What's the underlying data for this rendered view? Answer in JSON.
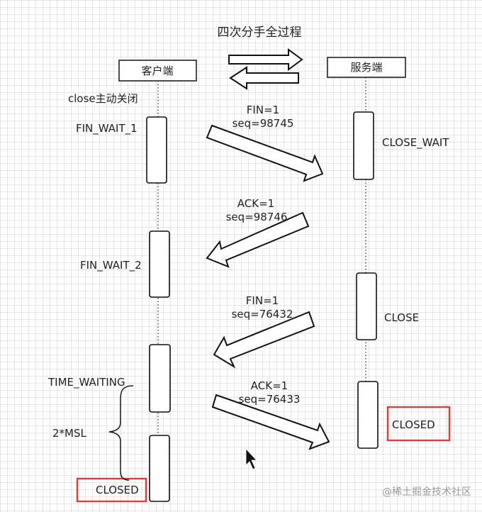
{
  "title": "四次分手全过程",
  "client": {
    "label": "客户端",
    "action": "close主动关闭"
  },
  "server": {
    "label": "服务端"
  },
  "messages": [
    {
      "line1": "FIN=1",
      "line2": "seq=98745"
    },
    {
      "line1": "ACK=1",
      "line2": "seq=98746"
    },
    {
      "line1": "FIN=1",
      "line2": "seq=76432"
    },
    {
      "line1": "ACK=1",
      "line2": "seq=76433"
    }
  ],
  "client_states": [
    "FIN_WAIT_1",
    "FIN_WAIT_2",
    "TIME_WAITING",
    "CLOSED"
  ],
  "server_states": [
    "CLOSE_WAIT",
    "CLOSE",
    "CLOSED"
  ],
  "timer_label": "2*MSL",
  "watermark": "@稀土掘金技术社区",
  "colors": {
    "highlight": "#d9403a",
    "grid": "#e6e6e6",
    "stroke": "#111111"
  }
}
